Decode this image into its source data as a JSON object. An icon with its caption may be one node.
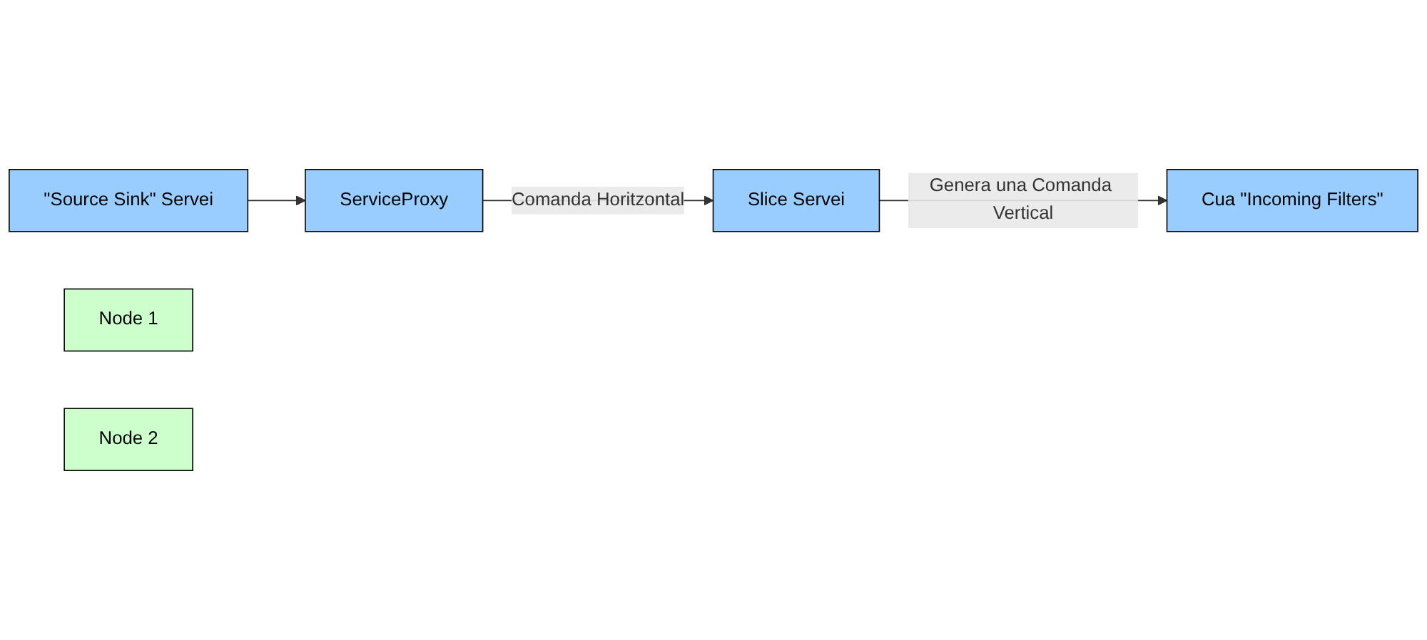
{
  "diagram": {
    "nodes": [
      {
        "text": [
          "Cua \"Incoming Filters\""
        ]
      },
      {
        "text": [
          "\"Source Sink\" Servei"
        ]
      },
      {
        "text": [
          "ServiceProxy"
        ]
      },
      {
        "text": [
          "Slice Servei"
        ]
      },
      {
        "text": [
          "Node 1"
        ]
      },
      {
        "text": [
          "Node 2"
        ]
      }
    ],
    "edges": [
      {
        "from": 1,
        "to": 2,
        "arrow": "to"
      },
      {
        "from": 2,
        "to": 3,
        "arrow": "to",
        "label": "Comanda Horitzontal"
      },
      {
        "from": 3,
        "to": 0,
        "arrow": "to",
        "label": "Genera una Comanda Vertical"
      }
    ]
  }
}
